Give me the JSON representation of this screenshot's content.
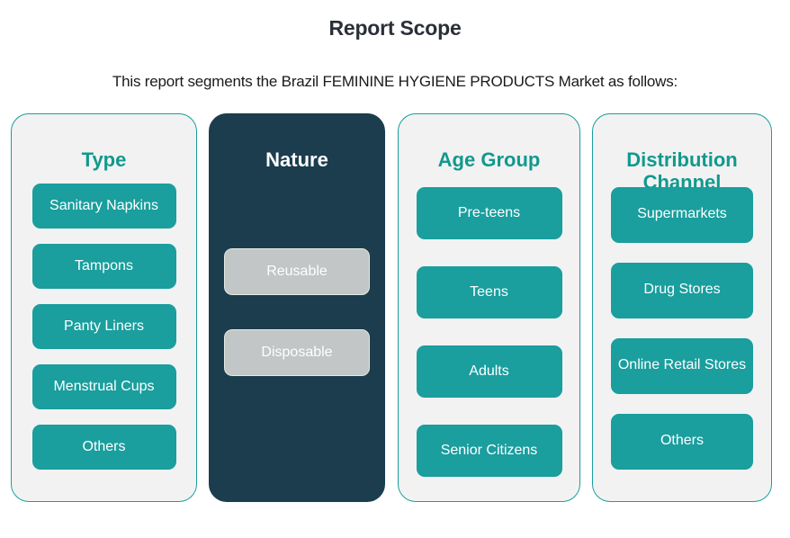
{
  "header": {
    "title": "Report Scope",
    "subtitle": "This report segments the Brazil FEMININE HYGIENE PRODUCTS Market as follows:"
  },
  "colors": {
    "teal": "#1a9e9e",
    "teal_title": "#11998e",
    "dark_navy": "#1b3d4e",
    "light_card_bg": "#f2f2f2",
    "grey_chip": "#c2c6c6",
    "title_text": "#2b2f38",
    "page_bg": "#ffffff"
  },
  "columns": [
    {
      "title": "Type",
      "style": "light",
      "chips": [
        {
          "label": "Sanitary Napkins"
        },
        {
          "label": "Tampons"
        },
        {
          "label": "Panty Liners"
        },
        {
          "label": "Menstrual Cups"
        },
        {
          "label": "Others"
        }
      ]
    },
    {
      "title": "Nature",
      "style": "dark",
      "chips": [
        {
          "label": "Reusable"
        },
        {
          "label": "Disposable"
        }
      ]
    },
    {
      "title": "Age Group",
      "style": "light",
      "chips": [
        {
          "label": "Pre-teens"
        },
        {
          "label": "Teens"
        },
        {
          "label": "Adults"
        },
        {
          "label": "Senior Citizens"
        }
      ]
    },
    {
      "title": "Distribution Channel",
      "style": "light",
      "chips": [
        {
          "label": "Supermarkets"
        },
        {
          "label": "Drug Stores"
        },
        {
          "label": "Online Retail Stores"
        },
        {
          "label": "Others"
        }
      ]
    }
  ]
}
